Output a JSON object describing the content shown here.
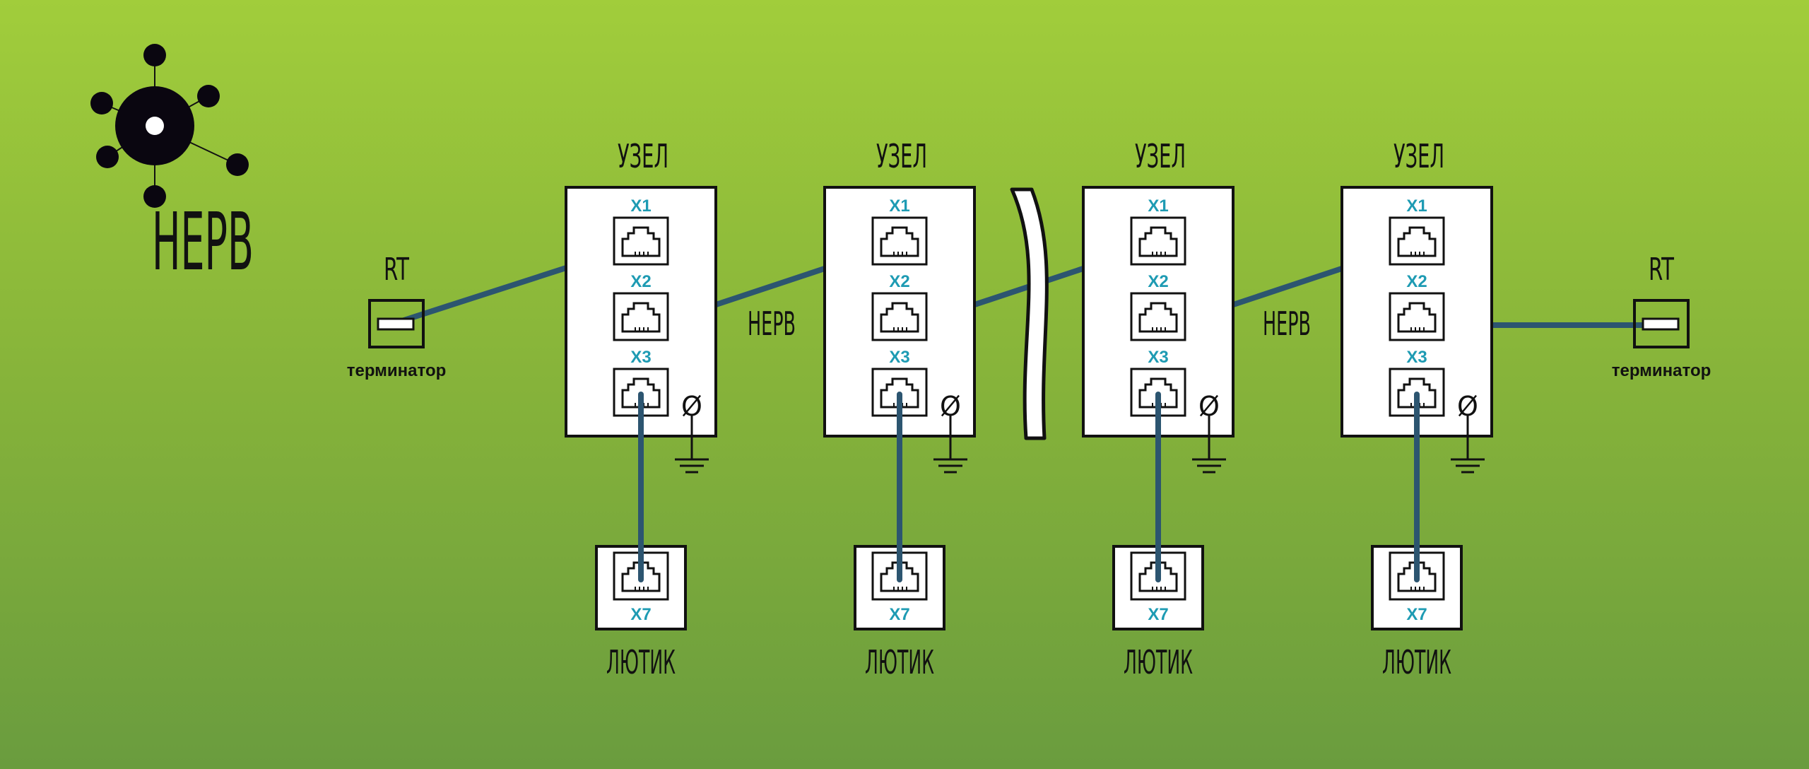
{
  "logo": {
    "text": "НЕРВ"
  },
  "nodes": [
    {
      "title": "УЗЕЛ",
      "ports": [
        "X1",
        "X2",
        "X3"
      ],
      "ground_symbol": "Ø",
      "device": {
        "port": "X7",
        "label": "ЛЮТИК"
      }
    },
    {
      "title": "УЗЕЛ",
      "ports": [
        "X1",
        "X2",
        "X3"
      ],
      "ground_symbol": "Ø",
      "device": {
        "port": "X7",
        "label": "ЛЮТИК"
      }
    },
    {
      "title": "УЗЕЛ",
      "ports": [
        "X1",
        "X2",
        "X3"
      ],
      "ground_symbol": "Ø",
      "device": {
        "port": "X7",
        "label": "ЛЮТИК"
      }
    },
    {
      "title": "УЗЕЛ",
      "ports": [
        "X1",
        "X2",
        "X3"
      ],
      "ground_symbol": "Ø",
      "device": {
        "port": "X7",
        "label": "ЛЮТИК"
      }
    }
  ],
  "terminators": [
    {
      "title": "RT",
      "label": "терминатор"
    },
    {
      "title": "RT",
      "label": "терминатор"
    }
  ],
  "bus_labels": [
    "НЕРВ",
    "НЕРВ"
  ],
  "colors": {
    "cable": "#2c5570",
    "port_label": "#1e9bb3",
    "stroke": "#111111",
    "fill": "#ffffff"
  }
}
